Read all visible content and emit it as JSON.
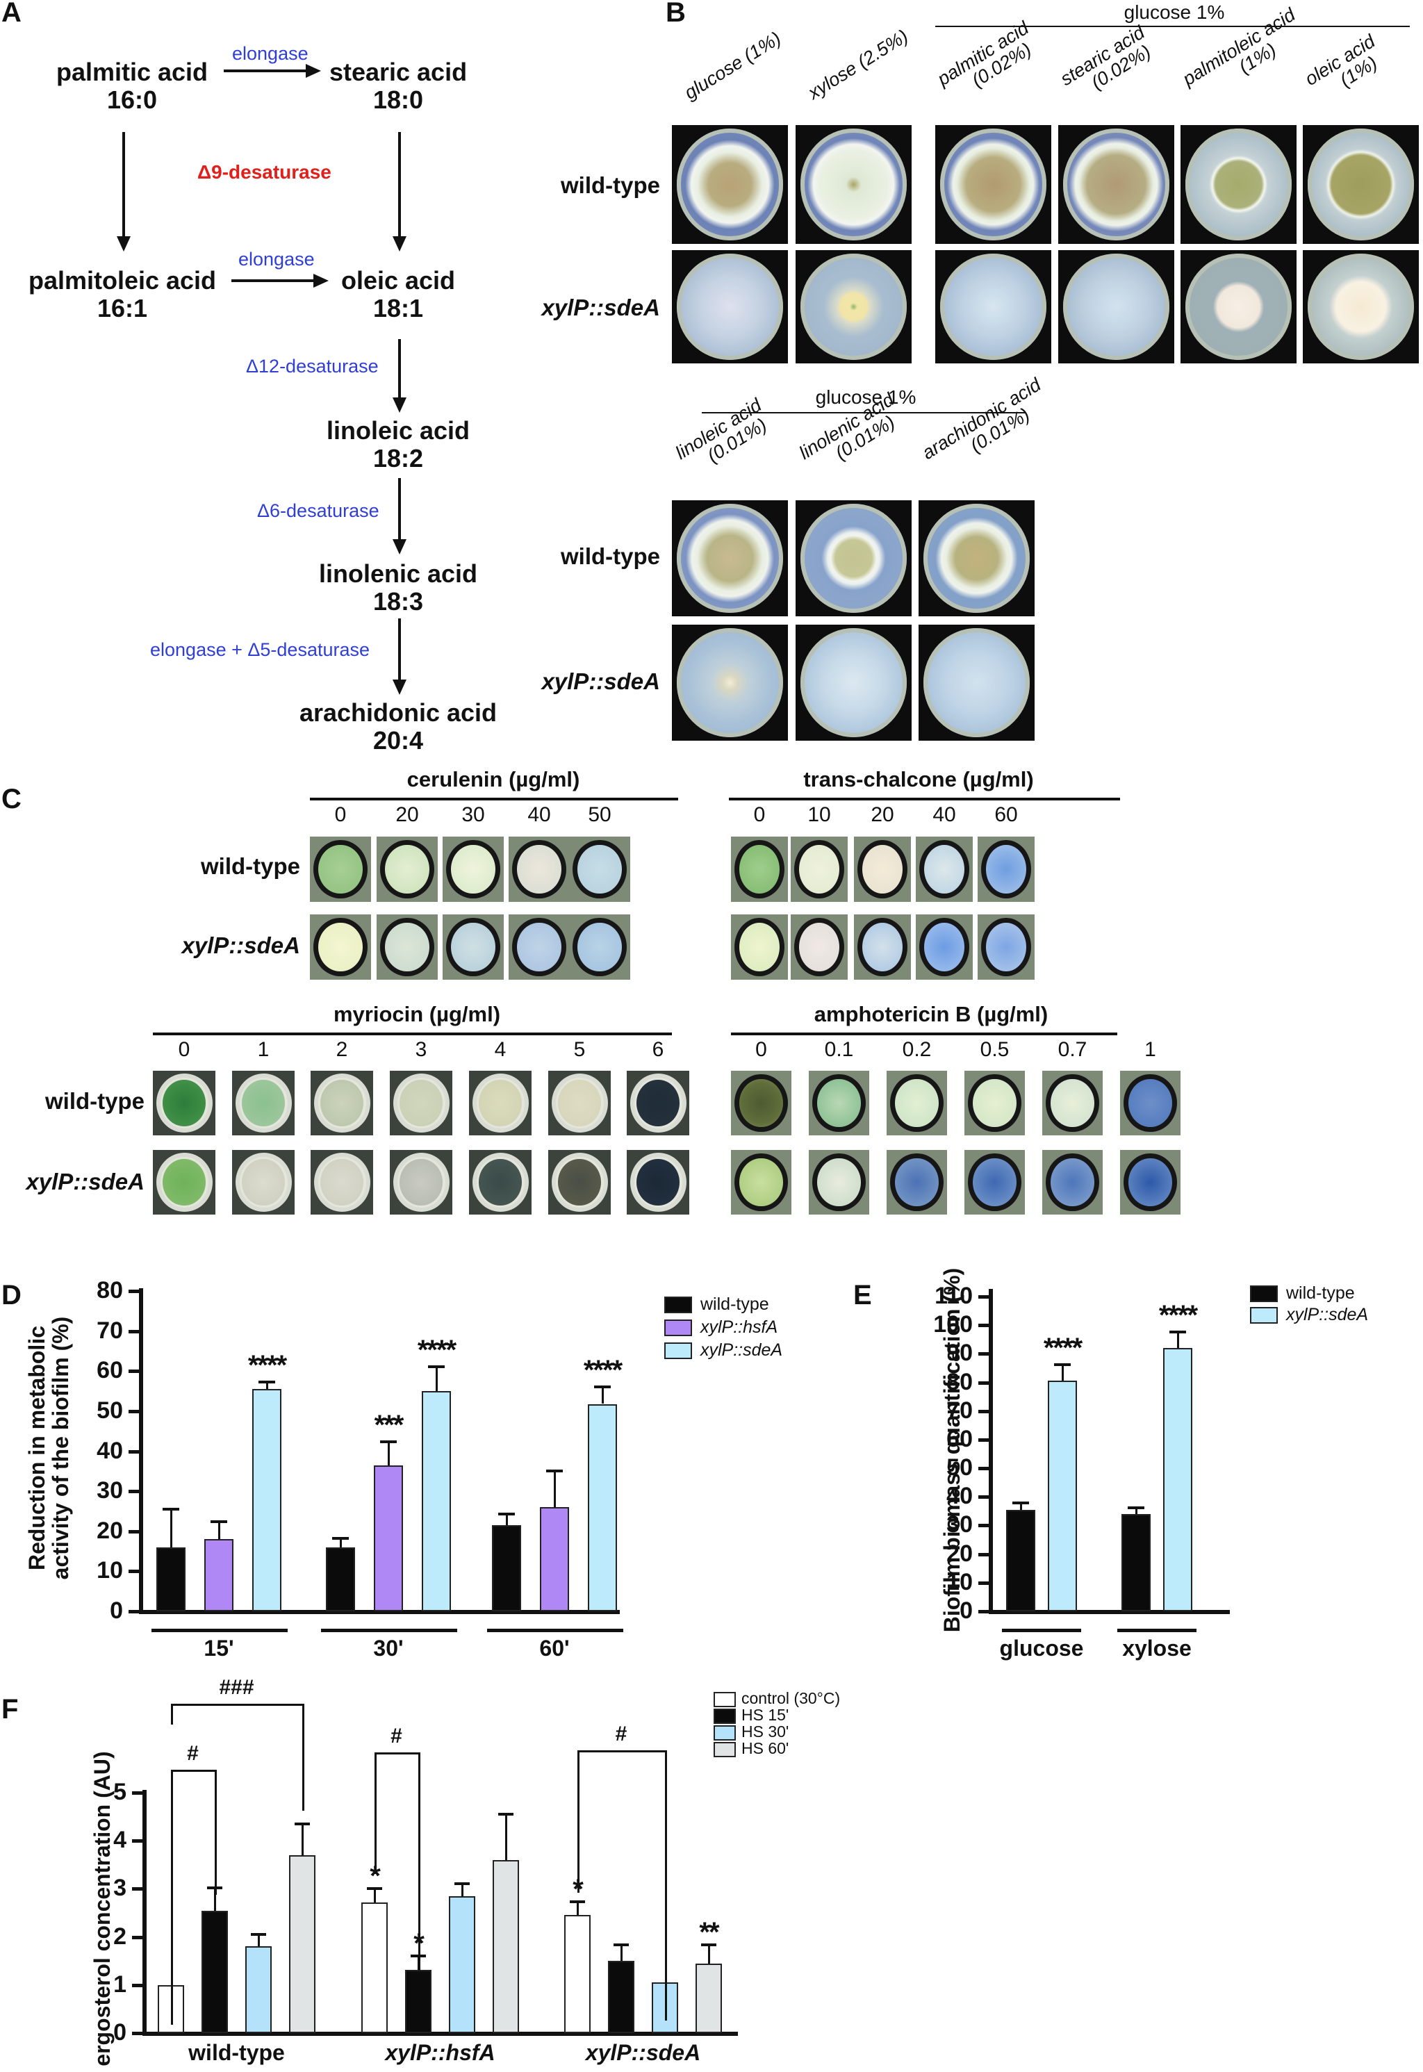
{
  "panels": {
    "A": "A",
    "B": "B",
    "C": "C",
    "D": "D",
    "E": "E",
    "F": "F"
  },
  "panel_a": {
    "fatty_acids": [
      {
        "name": "palmitic acid",
        "code": "16:0"
      },
      {
        "name": "stearic acid",
        "code": "18:0"
      },
      {
        "name": "palmitoleic acid",
        "code": "16:1"
      },
      {
        "name": "oleic acid",
        "code": "18:1"
      },
      {
        "name": "linoleic acid",
        "code": "18:2"
      },
      {
        "name": "linolenic acid",
        "code": "18:3"
      },
      {
        "name": "arachidonic acid",
        "code": "20:4"
      }
    ],
    "enzymes": {
      "elongase_top": "elongase",
      "delta9": "Δ9-desaturase",
      "elongase_mid": "elongase",
      "delta12": "Δ12-desaturase",
      "delta6": "Δ6-desaturase",
      "elongase_delta5": "elongase + Δ5-desaturase"
    },
    "colors": {
      "enzyme": "#2f3fd6",
      "highlight": "#e0201b"
    }
  },
  "panel_b": {
    "rows": [
      "wild-type",
      "xylP::sdeA"
    ],
    "top": {
      "group_label": "glucose 1%",
      "columns": [
        {
          "line1": "glucose (1%)",
          "line2": ""
        },
        {
          "line1": "xylose (2.5%)",
          "line2": ""
        },
        {
          "line1": "palmitic acid",
          "line2": "(0.02%)"
        },
        {
          "line1": "stearic acid",
          "line2": "(0.02%)"
        },
        {
          "line1": "palmitoleic acid",
          "line2": "(1%)"
        },
        {
          "line1": "oleic acid",
          "line2": "(1%)"
        }
      ]
    },
    "bottom": {
      "group_label": "glucose 1%",
      "columns": [
        {
          "line1": "linoleic acid",
          "line2": "(0.01%)"
        },
        {
          "line1": "linolenic acid",
          "line2": "(0.01%)"
        },
        {
          "line1": "arachidonic acid",
          "line2": "(0.01%)"
        }
      ]
    }
  },
  "panel_c": {
    "rows": [
      "wild-type",
      "xylP::sdeA"
    ],
    "cerulenin": {
      "title": "cerulenin (µg/ml)",
      "concentrations": [
        "0",
        "20",
        "30",
        "40",
        "50"
      ]
    },
    "trans_chalcone": {
      "title": "trans-chalcone (µg/ml)",
      "concentrations": [
        "0",
        "10",
        "20",
        "40",
        "60"
      ]
    },
    "myriocin": {
      "title": "myriocin (µg/ml)",
      "concentrations": [
        "0",
        "1",
        "2",
        "3",
        "4",
        "5",
        "6"
      ]
    },
    "amphotericin": {
      "title": "amphotericin B (µg/ml)",
      "concentrations": [
        "0",
        "0.1",
        "0.2",
        "0.5",
        "0.7",
        "1"
      ]
    }
  },
  "chart_data": [
    {
      "id": "D",
      "type": "bar",
      "title": "",
      "ylabel": "Reduction in metabolic activity of the biofilm (%)",
      "ylabel_lines": [
        "Reduction in metabolic",
        "activity of the biofilm (%)"
      ],
      "xlabel": "",
      "categories": [
        "15'",
        "30'",
        "60'"
      ],
      "ylim": [
        0,
        80
      ],
      "yticks": [
        "0",
        "10",
        "20",
        "30",
        "40",
        "50",
        "60",
        "70",
        "80"
      ],
      "legend_position": "top-right",
      "series": [
        {
          "name": "wild-type",
          "color": "#0b0b0b",
          "values": [
            16,
            16,
            21.5
          ],
          "errors": [
            9.5,
            2.2,
            2.8
          ],
          "annotations": [
            "",
            "",
            ""
          ]
        },
        {
          "name": "xylP::hsfA",
          "color": "#b088f5",
          "values": [
            18,
            36.5,
            26
          ],
          "errors": [
            4.3,
            5.8,
            9
          ],
          "annotations": [
            "",
            "***",
            ""
          ]
        },
        {
          "name": "xylP::sdeA",
          "color": "#bdebfb",
          "values": [
            55.5,
            55,
            51.8
          ],
          "errors": [
            1.7,
            6,
            4.2
          ],
          "annotations": [
            "****",
            "****",
            "****"
          ]
        }
      ]
    },
    {
      "id": "E",
      "type": "bar",
      "title": "",
      "ylabel": "Biofilm biomass quantification (%)",
      "xlabel": "",
      "categories": [
        "glucose",
        "xylose"
      ],
      "ylim": [
        0,
        110
      ],
      "yticks": [
        "0",
        "10",
        "20",
        "30",
        "40",
        "50",
        "60",
        "70",
        "80",
        "90",
        "100",
        "110"
      ],
      "legend_position": "top-right",
      "series": [
        {
          "name": "wild-type",
          "color": "#0b0b0b",
          "values": [
            35.5,
            34
          ],
          "errors": [
            2.3,
            2.3
          ],
          "annotations": [
            "",
            ""
          ]
        },
        {
          "name": "xylP::sdeA",
          "color": "#bdebfb",
          "values": [
            80.5,
            92
          ],
          "errors": [
            5.8,
            5.5
          ],
          "annotations": [
            "****",
            "****"
          ]
        }
      ]
    },
    {
      "id": "F",
      "type": "bar",
      "title": "",
      "ylabel": "ergosterol concentration (AU)",
      "xlabel": "",
      "categories": [
        "wild-type",
        "xylP::hsfA",
        "xylP::sdeA"
      ],
      "ylim": [
        0,
        5
      ],
      "yticks": [
        "0",
        "1",
        "2",
        "3",
        "4",
        "5"
      ],
      "legend_position": "top-right",
      "series": [
        {
          "name": "control (30°C)",
          "color": "#ffffff",
          "values": [
            1.0,
            2.72,
            2.45
          ],
          "errors": [
            0,
            0.28,
            0.28
          ],
          "annotations": [
            "",
            "*",
            "*"
          ]
        },
        {
          "name": "HS 15'",
          "color": "#0b0b0b",
          "values": [
            2.55,
            1.32,
            1.5
          ],
          "errors": [
            0.47,
            0.28,
            0.33
          ],
          "annotations": [
            "",
            "*",
            ""
          ]
        },
        {
          "name": "HS 30'",
          "color": "#b5e2fb",
          "values": [
            1.8,
            2.85,
            1.05
          ],
          "errors": [
            0.25,
            0.26,
            0
          ],
          "annotations": [
            "",
            "",
            ""
          ]
        },
        {
          "name": "HS 60'",
          "color": "#e1e4e4",
          "values": [
            3.7,
            3.6,
            1.45
          ],
          "errors": [
            0.65,
            0.95,
            0.38
          ],
          "annotations": [
            "",
            "",
            "**"
          ]
        }
      ],
      "comparisons": [
        {
          "group": "wild-type",
          "from": "control (30°C)",
          "to": "HS 15'",
          "label": "#"
        },
        {
          "group": "wild-type",
          "from": "control (30°C)",
          "to": "HS 60'",
          "label": "###"
        },
        {
          "group": "xylP::hsfA",
          "from": "control (30°C)",
          "to": "HS 15'",
          "label": "#"
        },
        {
          "group": "xylP::sdeA",
          "from": "control (30°C)",
          "to": "HS 30'",
          "label": "#"
        }
      ]
    }
  ]
}
